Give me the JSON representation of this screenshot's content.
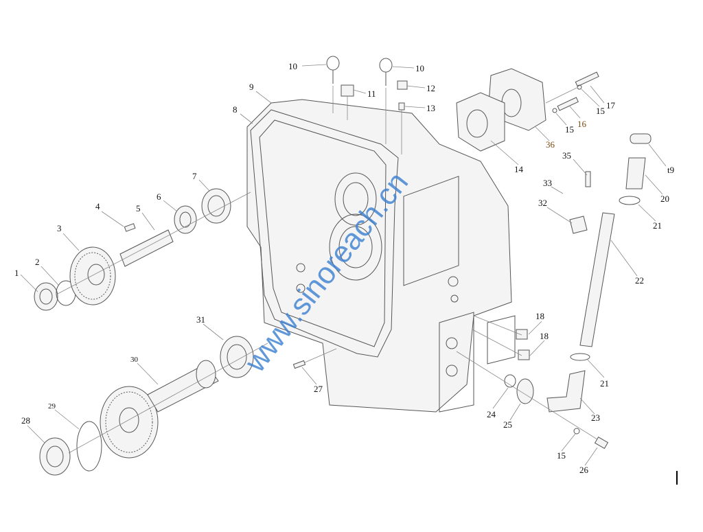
{
  "diagram": {
    "watermark": "www.sinoreach.cn",
    "labels": [
      "1",
      "2",
      "3",
      "4",
      "5",
      "6",
      "7",
      "8",
      "9",
      "10",
      "10",
      "11",
      "12",
      "13",
      "14",
      "15",
      "16",
      "15",
      "17",
      "36",
      "35",
      "33",
      "32",
      "t9",
      "20",
      "21",
      "22",
      "18",
      "18",
      "21",
      "23",
      "24",
      "25",
      "15",
      "26",
      "27",
      "31",
      "30",
      "29",
      "28"
    ],
    "colors": {
      "line": "#555555",
      "watermark": "#3a7fd0"
    }
  }
}
